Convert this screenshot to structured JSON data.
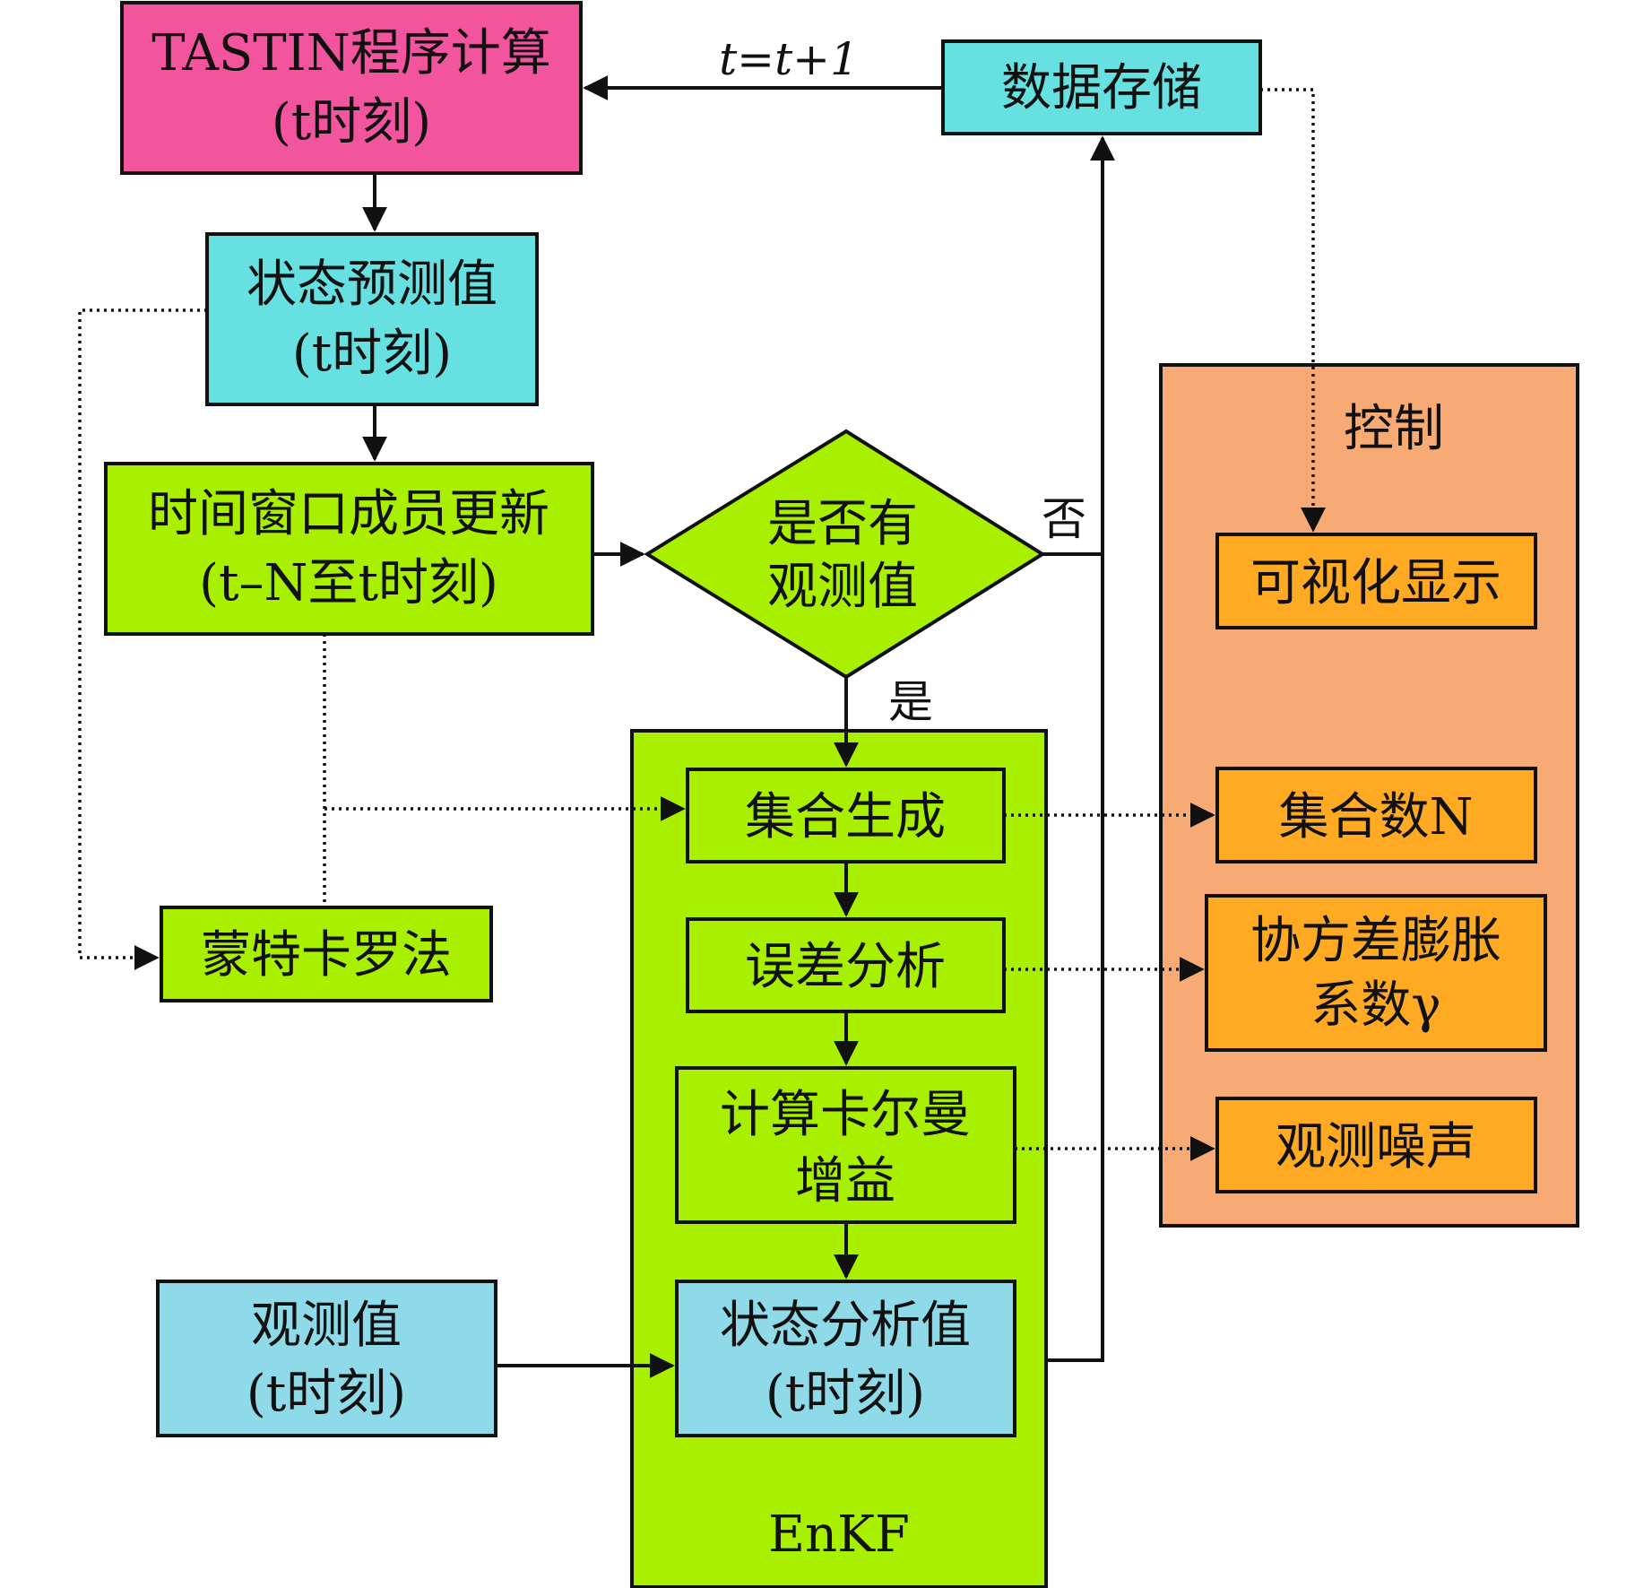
{
  "colors": {
    "magenta": "#F2559E",
    "cyan": "#66E0E0",
    "lightblue": "#8FDAE8",
    "green": "#A8F000",
    "orange_panel": "#F7AA74",
    "orange_box": "#FFAA22",
    "line": "#111111"
  },
  "nodes": {
    "tastin": {
      "line1": "TASTIN程序计算",
      "line2": "(t时刻)"
    },
    "predict": {
      "line1": "状态预测值",
      "line2": "(t时刻)"
    },
    "window": {
      "line1": "时间窗口成员更新",
      "line2": "(t–N至t时刻)"
    },
    "decision": {
      "line1": "是否有",
      "line2": "观测值"
    },
    "store": {
      "label": "数据存储"
    },
    "monte": {
      "label": "蒙特卡罗法"
    },
    "ensemble": {
      "label": "集合生成"
    },
    "error": {
      "label": "误差分析"
    },
    "kalman": {
      "line1": "计算卡尔曼",
      "line2": "增益"
    },
    "analysis": {
      "line1": "状态分析值",
      "line2": "(t时刻)"
    },
    "obs": {
      "line1": "观测值",
      "line2": "(t时刻)"
    },
    "enkf": {
      "label": "EnKF"
    }
  },
  "control": {
    "title": "控制",
    "visual": "可视化显示",
    "ens_n": "集合数N",
    "inflation_line1": "协方差膨胀",
    "inflation_line2": "系数γ",
    "noise": "观测噪声"
  },
  "edges": {
    "loop": "t=t+1",
    "no": "否",
    "yes": "是"
  }
}
